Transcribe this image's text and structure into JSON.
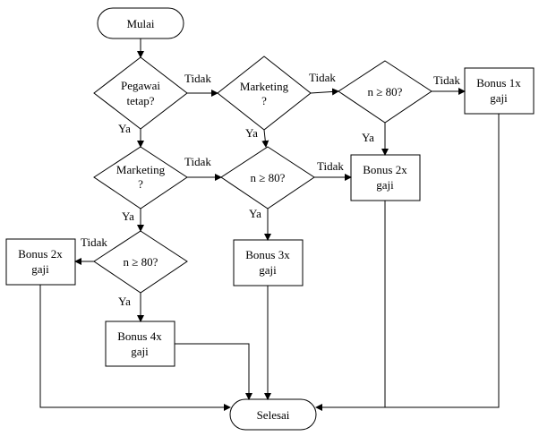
{
  "nodes": {
    "start": {
      "lines": [
        "Mulai"
      ]
    },
    "d1": {
      "lines": [
        "Pegawai",
        "tetap?"
      ]
    },
    "d2": {
      "lines": [
        "Marketing",
        "?"
      ]
    },
    "d3": {
      "lines": [
        "n ≥ 80?"
      ]
    },
    "b1": {
      "lines": [
        "Bonus 1x",
        "gaji"
      ]
    },
    "d4": {
      "lines": [
        "Marketing",
        "?"
      ]
    },
    "d5": {
      "lines": [
        "n ≥ 80?"
      ]
    },
    "b2a": {
      "lines": [
        "Bonus 2x",
        "gaji"
      ]
    },
    "d6": {
      "lines": [
        "n ≥ 80?"
      ]
    },
    "b2b": {
      "lines": [
        "Bonus 2x",
        "gaji"
      ]
    },
    "b3": {
      "lines": [
        "Bonus 3x",
        "gaji"
      ]
    },
    "b4": {
      "lines": [
        "Bonus 4x",
        "gaji"
      ]
    },
    "end": {
      "lines": [
        "Selesai"
      ]
    }
  },
  "edge_labels": {
    "d1_no": "Tidak",
    "d1_yes": "Ya",
    "d2_no": "Tidak",
    "d2_yes": "Ya",
    "d3_no": "Tidak",
    "d3_yes": "Ya",
    "d4_no": "Tidak",
    "d4_yes": "Ya",
    "d5_no": "Tidak",
    "d5_yes": "Ya",
    "d6_no": "Tidak",
    "d6_yes": "Ya"
  }
}
